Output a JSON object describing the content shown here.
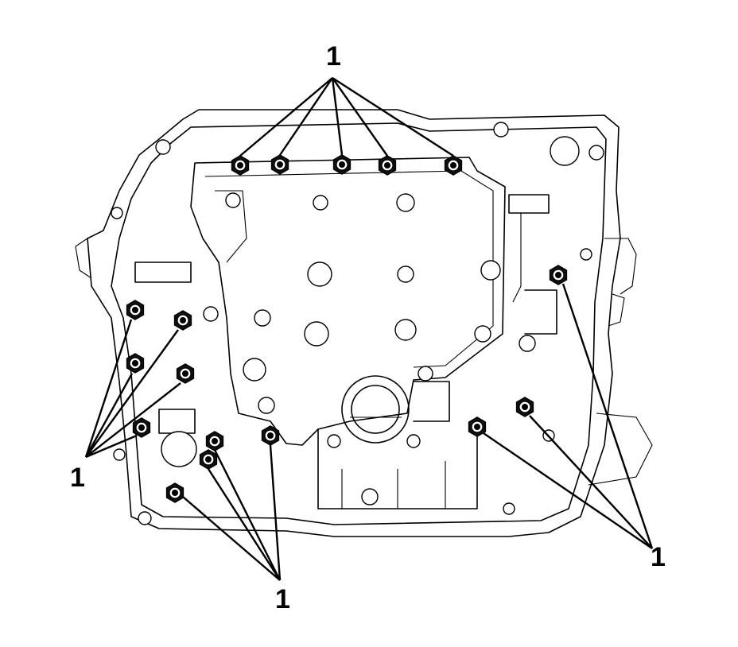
{
  "diagram": {
    "callout_labels": [
      "1",
      "1",
      "1",
      "1"
    ]
  },
  "colors": {
    "line": "#000000",
    "background": "#ffffff"
  },
  "icons": [
    "bolt-icon"
  ]
}
